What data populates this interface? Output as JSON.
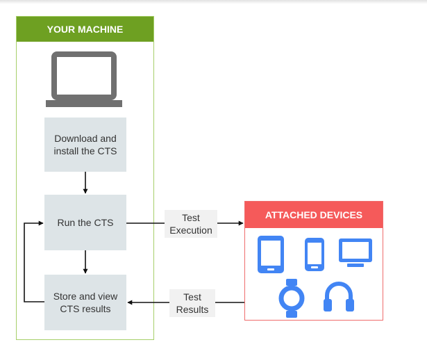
{
  "machine": {
    "title": "YOUR MACHINE",
    "steps": [
      {
        "line1": "Download and",
        "line2": "install the CTS"
      },
      {
        "line1": "Run the CTS"
      },
      {
        "line1": "Store and view",
        "line2": "CTS results"
      }
    ]
  },
  "edges": {
    "execution": {
      "line1": "Test",
      "line2": "Execution"
    },
    "results": {
      "line1": "Test",
      "line2": "Results"
    }
  },
  "devices": {
    "title": "ATTACHED DEVICES",
    "icons": [
      "tablet-icon",
      "phone-icon",
      "monitor-icon",
      "watch-icon",
      "headphones-icon"
    ]
  },
  "colors": {
    "machine_accent": "#6ea022",
    "devices_accent": "#f55a5a",
    "device_icon": "#4285f4",
    "step_fill": "#dde4e7"
  }
}
